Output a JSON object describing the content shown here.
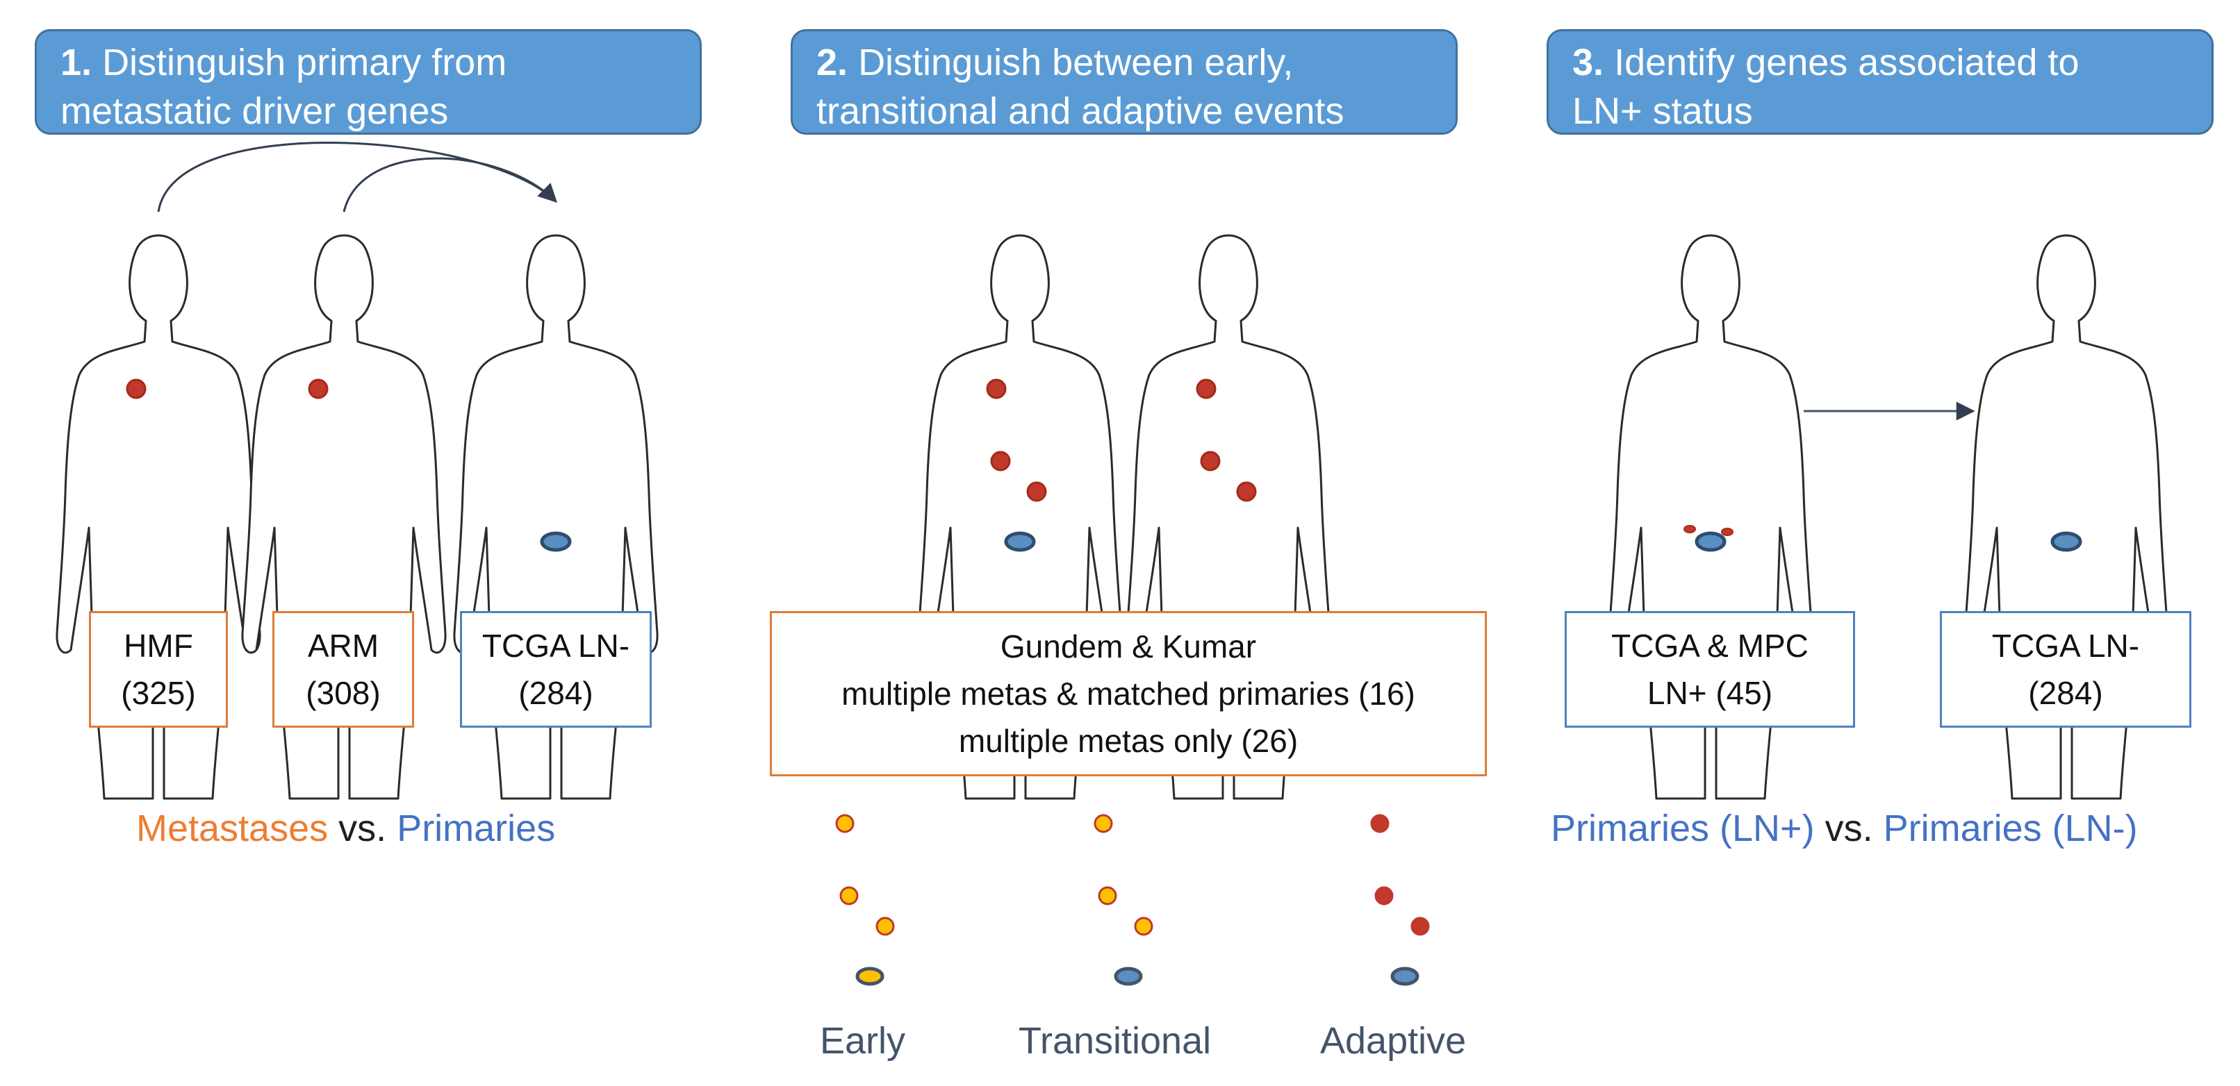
{
  "panels": [
    {
      "number": "1.",
      "title_line1": "Distinguish primary from",
      "title_line2": "metastatic driver genes"
    },
    {
      "number": "2.",
      "title_line1": "Distinguish between early,",
      "title_line2": "transitional and adaptive events"
    },
    {
      "number": "3.",
      "title_line1": "Identify genes associated to",
      "title_line2": "LN+ status"
    }
  ],
  "cohorts": {
    "hmf": {
      "line1": "HMF",
      "line2": "(325)"
    },
    "arm": {
      "line1": "ARM",
      "line2": "(308)"
    },
    "tcga1": {
      "line1": "TCGA LN-",
      "line2": "(284)"
    },
    "gundem": {
      "line1": "Gundem & Kumar",
      "line2": "multiple metas & matched primaries (16)",
      "line3": "multiple metas only (26)"
    },
    "tcga_mpc": {
      "line1": "TCGA & MPC",
      "line2": "LN+ (45)"
    },
    "tcga3": {
      "line1": "TCGA LN-",
      "line2": "(284)"
    }
  },
  "comparison1": {
    "left": "Metastases",
    "vs": "vs.",
    "right": "Primaries"
  },
  "comparison3": {
    "left": "Primaries (LN+)",
    "vs": "vs.",
    "right": "Primaries (LN-)"
  },
  "event_labels": {
    "early": "Early",
    "transitional": "Transitional",
    "adaptive": "Adaptive"
  },
  "colors": {
    "header_fill": "#5b9bd5",
    "metastasis_red": "#c0392b",
    "early_yellow": "#ffc000",
    "prostate_blue": "#5b8ec2",
    "orange_text": "#ed7d31",
    "blue_text": "#4472c4"
  }
}
